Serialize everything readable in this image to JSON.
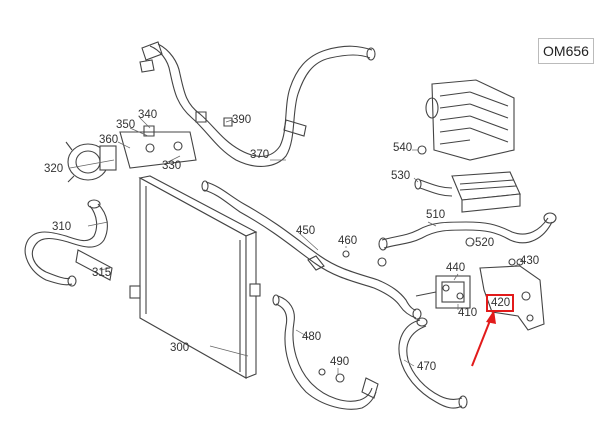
{
  "model_label": "OM656",
  "callouts": [
    {
      "id": "300",
      "text": "300"
    },
    {
      "id": "310",
      "text": "310"
    },
    {
      "id": "315",
      "text": "315"
    },
    {
      "id": "320",
      "text": "320"
    },
    {
      "id": "330",
      "text": "330"
    },
    {
      "id": "340",
      "text": "340"
    },
    {
      "id": "350",
      "text": "350"
    },
    {
      "id": "360",
      "text": "360"
    },
    {
      "id": "370",
      "text": "370"
    },
    {
      "id": "390",
      "text": "390"
    },
    {
      "id": "410",
      "text": "410"
    },
    {
      "id": "420",
      "text": "420"
    },
    {
      "id": "430",
      "text": "430"
    },
    {
      "id": "440",
      "text": "440"
    },
    {
      "id": "450",
      "text": "450"
    },
    {
      "id": "460",
      "text": "460"
    },
    {
      "id": "470",
      "text": "470"
    },
    {
      "id": "480",
      "text": "480"
    },
    {
      "id": "490",
      "text": "490"
    },
    {
      "id": "510",
      "text": "510"
    },
    {
      "id": "520",
      "text": "520"
    },
    {
      "id": "530",
      "text": "530"
    },
    {
      "id": "540",
      "text": "540"
    }
  ],
  "highlighted_callout": "420",
  "colors": {
    "highlight": "#e21b1b",
    "line": "#444444",
    "label": "#333333"
  }
}
